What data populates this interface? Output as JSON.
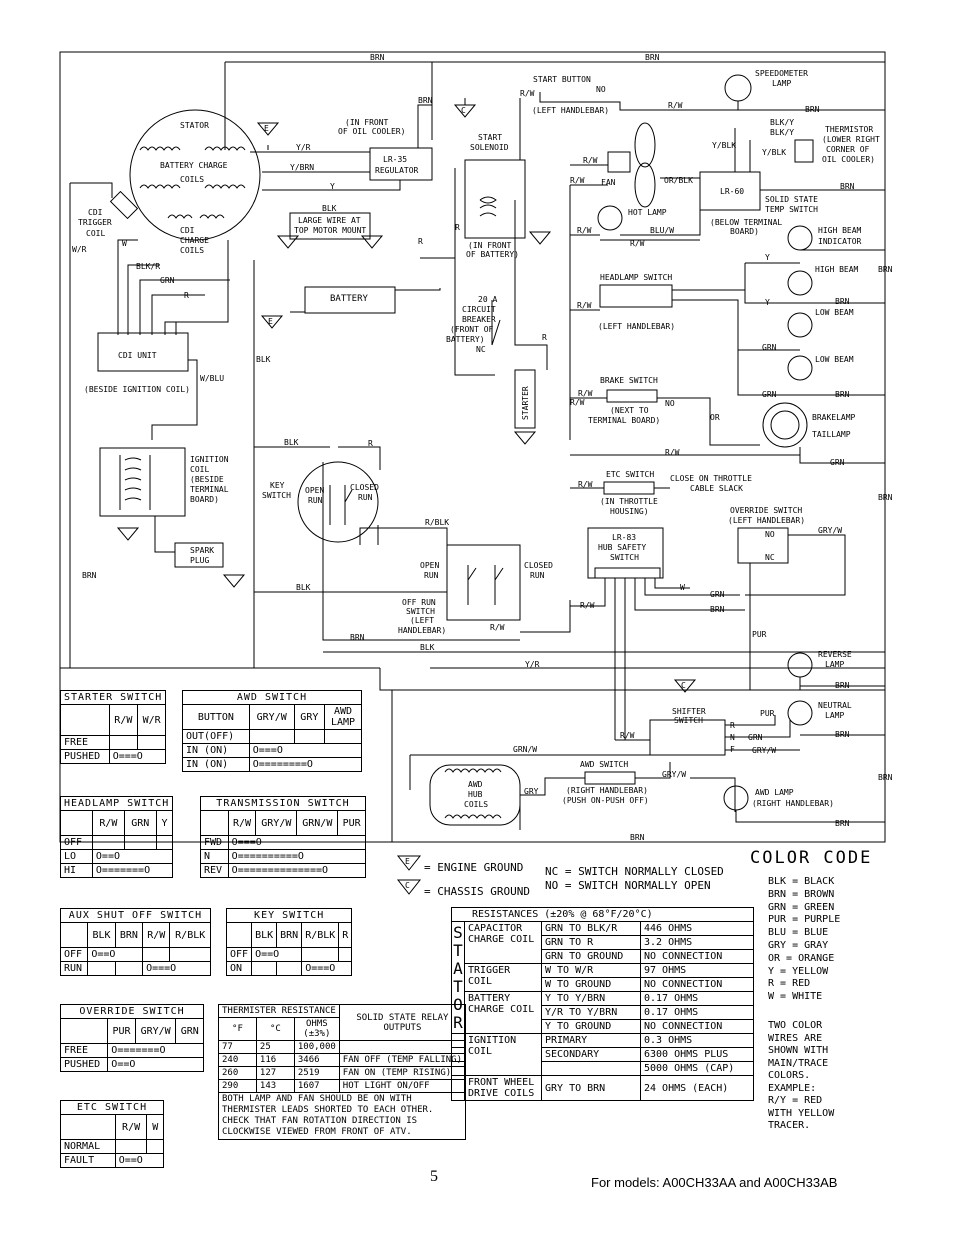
{
  "labels": {
    "brn": "BRN",
    "blk": "BLK",
    "r": "R",
    "rw": "R/W",
    "grn": "GRN",
    "y": "Y",
    "w": "W",
    "yr": "Y/R",
    "start_button": "START BUTTON",
    "no": "NO",
    "nc": "NC",
    "left_handlebar": "(LEFT HANDLEBAR)",
    "speedometer_lamp": [
      "SPEEDOMETER",
      "LAMP"
    ],
    "stator": "STATOR",
    "battery_charge": "BATTERY CHARGE",
    "coils": "COILS",
    "cdi_charge_coils": [
      "CDI",
      "CHARGE",
      "COILS"
    ],
    "cdi_trigger_coil": [
      "CDI",
      "TRIGGER",
      "COIL"
    ],
    "in_front_oil_cooler": [
      "(IN FRONT",
      "OF OIL COOLER)"
    ],
    "lr35": [
      "LR-35",
      "REGULATOR"
    ],
    "start_solenoid": [
      "START",
      "SOLENOID"
    ],
    "in_front_battery": [
      "(IN FRONT",
      "OF BATTERY)"
    ],
    "thermistor": [
      "THERMISTOR",
      "(LOWER RIGHT",
      "CORNER OF",
      "OIL COOLER)"
    ],
    "blky": "BLK/Y",
    "fan": "FAN",
    "orblk": "OR/BLK",
    "lr60": "LR-60",
    "solid_state": [
      "SOLID STATE",
      "TEMP SWITCH"
    ],
    "below_terminal": [
      "(BELOW TERMINAL",
      "BOARD)"
    ],
    "hot_lamp": "HOT LAMP",
    "bluw": "BLU/W",
    "large_wire": [
      "BLK",
      "LARGE WIRE AT",
      "TOP MOTOR MOUNT"
    ],
    "ybrn": "Y/BRN",
    "yblk": "Y/BLK",
    "high_beam_indicator": [
      "HIGH BEAM",
      "INDICATOR"
    ],
    "high_beam": "HIGH BEAM",
    "low_beam": "LOW BEAM",
    "headlamp_switch": "HEADLAMP SWITCH",
    "battery": "BATTERY",
    "circuit_breaker": [
      "20 A",
      "CIRCUIT",
      "BREAKER",
      "(FRONT OF",
      "BATTERY)"
    ],
    "cdi_unit": "CDI UNIT",
    "beside_ignition": "(BESIDE IGNITION COIL)",
    "wblu": "W/BLU",
    "blkr": "BLK/R",
    "starter": "STARTER",
    "brake_switch": "BRAKE SWITCH",
    "next_to_terminal": [
      "(NEXT TO",
      "TERMINAL BOARD)"
    ],
    "brakelamp": "BRAKELAMP",
    "taillamp": "TAILLAMP",
    "or": "OR",
    "ignition_coil": [
      "IGNITION",
      "COIL",
      "(BESIDE",
      "TERMINAL",
      "BOARD)"
    ],
    "key_switch": [
      "KEY",
      "SWITCH"
    ],
    "open_run": [
      "OPEN",
      "RUN"
    ],
    "closed_run": [
      "CLOSED",
      "RUN"
    ],
    "rblk": "R/BLK",
    "etc_switch": "ETC SWITCH",
    "close_on_throttle": [
      "CLOSE ON THROTTLE",
      "CABLE SLACK"
    ],
    "in_throttle": [
      "(IN THROTTLE",
      "HOUSING)"
    ],
    "lr83": [
      "LR-83",
      "HUB SAFETY",
      "SWITCH"
    ],
    "override_switch": [
      "OVERRIDE SWITCH",
      "(LEFT HANDLEBAR)"
    ],
    "gryw": "GRY/W",
    "spark_plug": [
      "SPARK",
      "PLUG"
    ],
    "off_run_switch": [
      "OFF RUN",
      "SWITCH",
      "(LEFT",
      "HANDLEBAR)"
    ],
    "pur": "PUR",
    "reverse_lamp": [
      "REVERSE",
      "LAMP"
    ],
    "neutral_lamp": [
      "NEUTRAL",
      "LAMP"
    ],
    "shifter_switch": [
      "SHIFTER",
      "SWITCH"
    ],
    "rnf": [
      "R",
      "N",
      "F"
    ],
    "grnw": "GRN/W",
    "awd_switch": "AWD SWITCH",
    "awd_hub_coils": [
      "AWD",
      "HUB",
      "COILS"
    ],
    "gry": "GRY",
    "right_handlebar_push": [
      "(RIGHT HANDLEBAR)",
      "(PUSH ON-PUSH OFF)"
    ],
    "awd_lamp": [
      "AWD LAMP",
      "(RIGHT HANDLEBAR)"
    ],
    "wr": "W/R",
    "e": "E",
    "c": "C"
  },
  "legend": {
    "engine_ground": "= ENGINE GROUND",
    "chassis_ground": "= CHASSIS GROUND",
    "nc_text": "NC = SWITCH NORMALLY CLOSED",
    "no_text": "NO = SWITCH NORMALLY OPEN"
  },
  "color_code": {
    "title": "COLOR CODE",
    "items": [
      "BLK = BLACK",
      "BRN = BROWN",
      "GRN = GREEN",
      "PUR = PURPLE",
      "BLU = BLUE",
      "GRY = GRAY",
      "OR  = ORANGE",
      "Y   = YELLOW",
      "R   = RED",
      "W   = WHITE"
    ],
    "note": [
      "TWO COLOR",
      "WIRES ARE",
      "SHOWN WITH",
      "MAIN/TRACE",
      "COLORS.",
      "EXAMPLE:",
      "R/Y = RED",
      "WITH YELLOW",
      "TRACER."
    ]
  },
  "tables": {
    "starter": {
      "title": "STARTER SWITCH",
      "headers": [
        "",
        "R/W",
        "W/R"
      ],
      "rows": [
        [
          "FREE",
          "",
          ""
        ],
        [
          "PUSHED",
          "O===O",
          ""
        ]
      ]
    },
    "awd": {
      "title": "AWD SWITCH",
      "headers": [
        "BUTTON",
        "GRY/W",
        "GRY",
        "AWD LAMP"
      ],
      "rows": [
        [
          "OUT(OFF)",
          "",
          "",
          ""
        ],
        [
          "IN (ON)",
          "O===O",
          "",
          ""
        ],
        [
          "IN (ON)",
          "O========O",
          "",
          ""
        ]
      ]
    },
    "headlamp": {
      "title": "HEADLAMP SWITCH",
      "headers": [
        "",
        "R/W",
        "GRN",
        "Y"
      ],
      "rows": [
        [
          "OFF",
          "",
          "",
          ""
        ],
        [
          "LO",
          "O==O",
          "",
          ""
        ],
        [
          "HI",
          "O=======O",
          "",
          ""
        ]
      ]
    },
    "transmission": {
      "title": "TRANSMISSION SWITCH",
      "headers": [
        "",
        "R/W",
        "GRY/W",
        "GRN/W",
        "PUR"
      ],
      "rows": [
        [
          "FWD",
          "O===O",
          "",
          "",
          ""
        ],
        [
          "N",
          "O==========O",
          "",
          "",
          ""
        ],
        [
          "REV",
          "O==============O",
          "",
          "",
          ""
        ]
      ]
    },
    "aux": {
      "title": "AUX SHUT OFF SWITCH",
      "headers": [
        "",
        "BLK",
        "BRN",
        "R/W",
        "R/BLK"
      ],
      "rows": [
        [
          "OFF",
          "O==O",
          "",
          "",
          ""
        ],
        [
          "RUN",
          "",
          "",
          "O===O",
          ""
        ]
      ]
    },
    "key": {
      "title": "KEY SWITCH",
      "headers": [
        "",
        "BLK",
        "BRN",
        "R/BLK",
        "R"
      ],
      "rows": [
        [
          "OFF",
          "O==O",
          "",
          "",
          ""
        ],
        [
          "ON",
          "",
          "",
          "O===O",
          ""
        ]
      ]
    },
    "override": {
      "title": "OVERRIDE SWITCH",
      "headers": [
        "",
        "PUR",
        "GRY/W",
        "GRN"
      ],
      "rows": [
        [
          "FREE",
          "O=======O",
          "",
          ""
        ],
        [
          "PUSHED",
          "O==O",
          "",
          ""
        ]
      ]
    },
    "etc": {
      "title": "ETC SWITCH",
      "headers": [
        "",
        "R/W",
        "W"
      ],
      "rows": [
        [
          "NORMAL",
          "",
          ""
        ],
        [
          "FAULT",
          "O==O",
          ""
        ]
      ]
    },
    "thermister": {
      "title": "THERMISTER RESISTANCE",
      "relay": "SOLID STATE RELAY OUTPUTS",
      "headers": [
        "°F",
        "°C",
        "OHMS (±3%)"
      ],
      "rows": [
        [
          "77",
          "25",
          "100,000",
          ""
        ],
        [
          "240",
          "116",
          "3466",
          "FAN OFF (TEMP FALLING)"
        ],
        [
          "260",
          "127",
          "2519",
          "FAN ON (TEMP RISING)"
        ],
        [
          "290",
          "143",
          "1607",
          "HOT LIGHT ON/OFF"
        ]
      ],
      "note": "BOTH LAMP AND FAN SHOULD BE ON WITH THERMISTER LEADS SHORTED TO EACH OTHER. CHECK THAT FAN ROTATION DIRECTION IS CLOCKWISE VIEWED FROM FRONT OF ATV."
    },
    "resistances": {
      "title": "RESISTANCES (±20% @ 68°F/20°C)",
      "stator": [
        "S",
        "T",
        "A",
        "T",
        "O",
        "R"
      ],
      "groups": [
        {
          "name": "CAPACITOR CHARGE COIL",
          "rows": [
            [
              "GRN TO BLK/R",
              "446 OHMS"
            ],
            [
              "GRN TO R",
              "3.2 OHMS"
            ],
            [
              "GRN TO GROUND",
              "NO CONNECTION"
            ]
          ]
        },
        {
          "name": "TRIGGER COIL",
          "rows": [
            [
              "W TO W/R",
              "97 OHMS"
            ],
            [
              "W TO GROUND",
              "NO CONNECTION"
            ]
          ]
        },
        {
          "name": "BATTERY CHARGE COIL",
          "rows": [
            [
              "Y TO Y/BRN",
              "0.17 OHMS"
            ],
            [
              "Y/R TO Y/BRN",
              "0.17 OHMS"
            ],
            [
              "Y TO GROUND",
              "NO CONNECTION"
            ]
          ]
        },
        {
          "name": "IGNITION COIL",
          "rows": [
            [
              "PRIMARY",
              "0.3 OHMS"
            ],
            [
              "SECONDARY",
              "6300 OHMS PLUS"
            ],
            [
              "",
              "5000 OHMS (CAP)"
            ]
          ]
        },
        {
          "name": "FRONT WHEEL DRIVE COILS",
          "rows": [
            [
              "GRY TO BRN",
              "24 OHMS (EACH)"
            ]
          ]
        }
      ]
    }
  },
  "page_number": "5",
  "footer": "For models: A00CH33AA and A00CH33AB"
}
